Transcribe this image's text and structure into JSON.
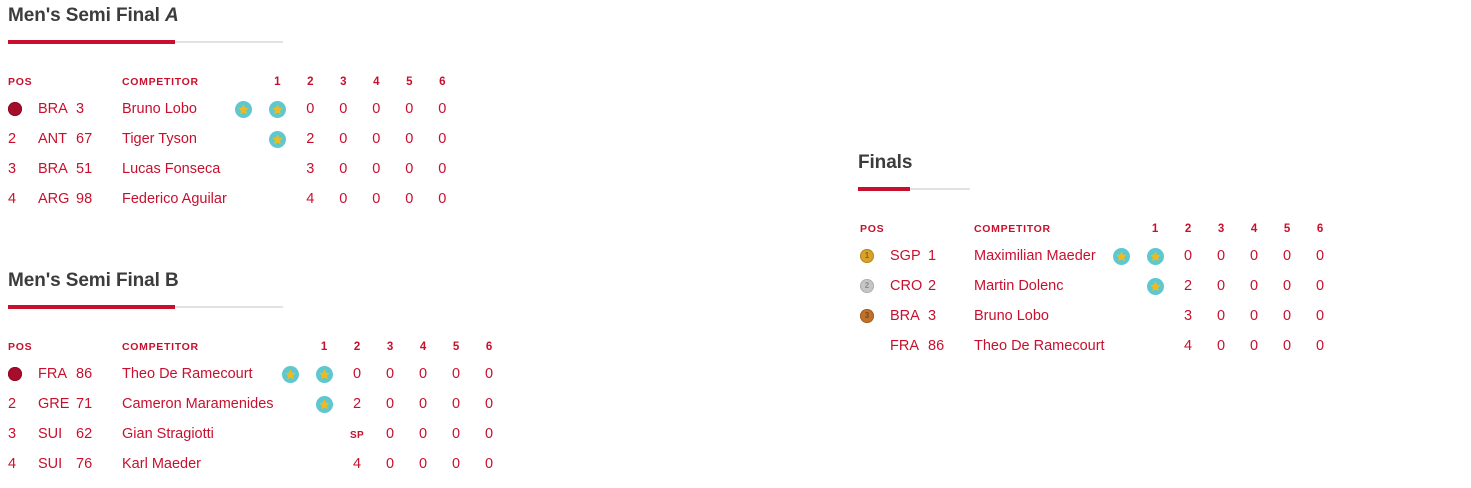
{
  "colors": {
    "accent_red": "#c8102e",
    "title_gray": "#3c3c3c",
    "rule_gray": "#e2e2e2",
    "star_circle": "#5ec8d0",
    "star_fill": "#f2b91c",
    "gold": "#d8a12a",
    "silver": "#c6c6c6",
    "bronze": "#c0722c"
  },
  "columns": {
    "pos": "POS",
    "competitor": "COMPETITOR",
    "races": [
      "1",
      "2",
      "3",
      "4",
      "5",
      "6"
    ]
  },
  "sections": [
    {
      "title_plain": "Men's Semi Final ",
      "title_slanted": "A",
      "rows": [
        {
          "pos": "",
          "pos_icon": "medal-crimson-icon",
          "nat": "BRA",
          "sail": "3",
          "name": "Bruno Lobo",
          "pre": "star",
          "races": [
            "star",
            "0",
            "0",
            "0",
            "0",
            "0"
          ]
        },
        {
          "pos": "2",
          "pos_icon": "",
          "nat": "ANT",
          "sail": "67",
          "name": "Tiger Tyson",
          "pre": "",
          "races": [
            "star",
            "2",
            "0",
            "0",
            "0",
            "0"
          ]
        },
        {
          "pos": "3",
          "pos_icon": "",
          "nat": "BRA",
          "sail": "51",
          "name": "Lucas Fonseca",
          "pre": "",
          "races": [
            "",
            "3",
            "0",
            "0",
            "0",
            "0"
          ]
        },
        {
          "pos": "4",
          "pos_icon": "",
          "nat": "ARG",
          "sail": "98",
          "name": "Federico Aguilar",
          "pre": "",
          "races": [
            "",
            "4",
            "0",
            "0",
            "0",
            "0"
          ]
        }
      ]
    },
    {
      "title_plain": "Men's Semi Final B",
      "title_slanted": "",
      "rows": [
        {
          "pos": "",
          "pos_icon": "medal-crimson-icon",
          "nat": "FRA",
          "sail": "86",
          "name": "Theo De Ramecourt",
          "pre": "star",
          "races": [
            "star",
            "0",
            "0",
            "0",
            "0",
            "0"
          ]
        },
        {
          "pos": "2",
          "pos_icon": "",
          "nat": "GRE",
          "sail": "71",
          "name": "Cameron Maramenides",
          "pre": "",
          "races": [
            "star",
            "2",
            "0",
            "0",
            "0",
            "0"
          ]
        },
        {
          "pos": "3",
          "pos_icon": "",
          "nat": "SUI",
          "sail": "62",
          "name": "Gian Stragiotti",
          "pre": "",
          "races": [
            "",
            "SP",
            "0",
            "0",
            "0",
            "0"
          ]
        },
        {
          "pos": "4",
          "pos_icon": "",
          "nat": "SUI",
          "sail": "76",
          "name": "Karl Maeder",
          "pre": "",
          "races": [
            "",
            "4",
            "0",
            "0",
            "0",
            "0"
          ]
        }
      ]
    },
    {
      "title_plain": "Finals",
      "title_slanted": "",
      "rows": [
        {
          "pos": "",
          "pos_icon": "medal-gold-icon",
          "pos_icon_label": "1",
          "nat": "SGP",
          "sail": "1",
          "name": "Maximilian Maeder",
          "pre": "star",
          "races": [
            "star",
            "0",
            "0",
            "0",
            "0",
            "0"
          ]
        },
        {
          "pos": "",
          "pos_icon": "medal-silver-icon",
          "pos_icon_label": "2",
          "nat": "CRO",
          "sail": "2",
          "name": "Martin Dolenc",
          "pre": "",
          "races": [
            "star",
            "2",
            "0",
            "0",
            "0",
            "0"
          ]
        },
        {
          "pos": "",
          "pos_icon": "medal-bronze-icon",
          "pos_icon_label": "3",
          "nat": "BRA",
          "sail": "3",
          "name": "Bruno Lobo",
          "pre": "",
          "races": [
            "",
            "3",
            "0",
            "0",
            "0",
            "0"
          ]
        },
        {
          "pos": "",
          "pos_icon": "",
          "pos_icon_label": "",
          "nat": "FRA",
          "sail": "86",
          "name": "Theo De Ramecourt",
          "pre": "",
          "races": [
            "",
            "4",
            "0",
            "0",
            "0",
            "0"
          ]
        }
      ]
    }
  ]
}
